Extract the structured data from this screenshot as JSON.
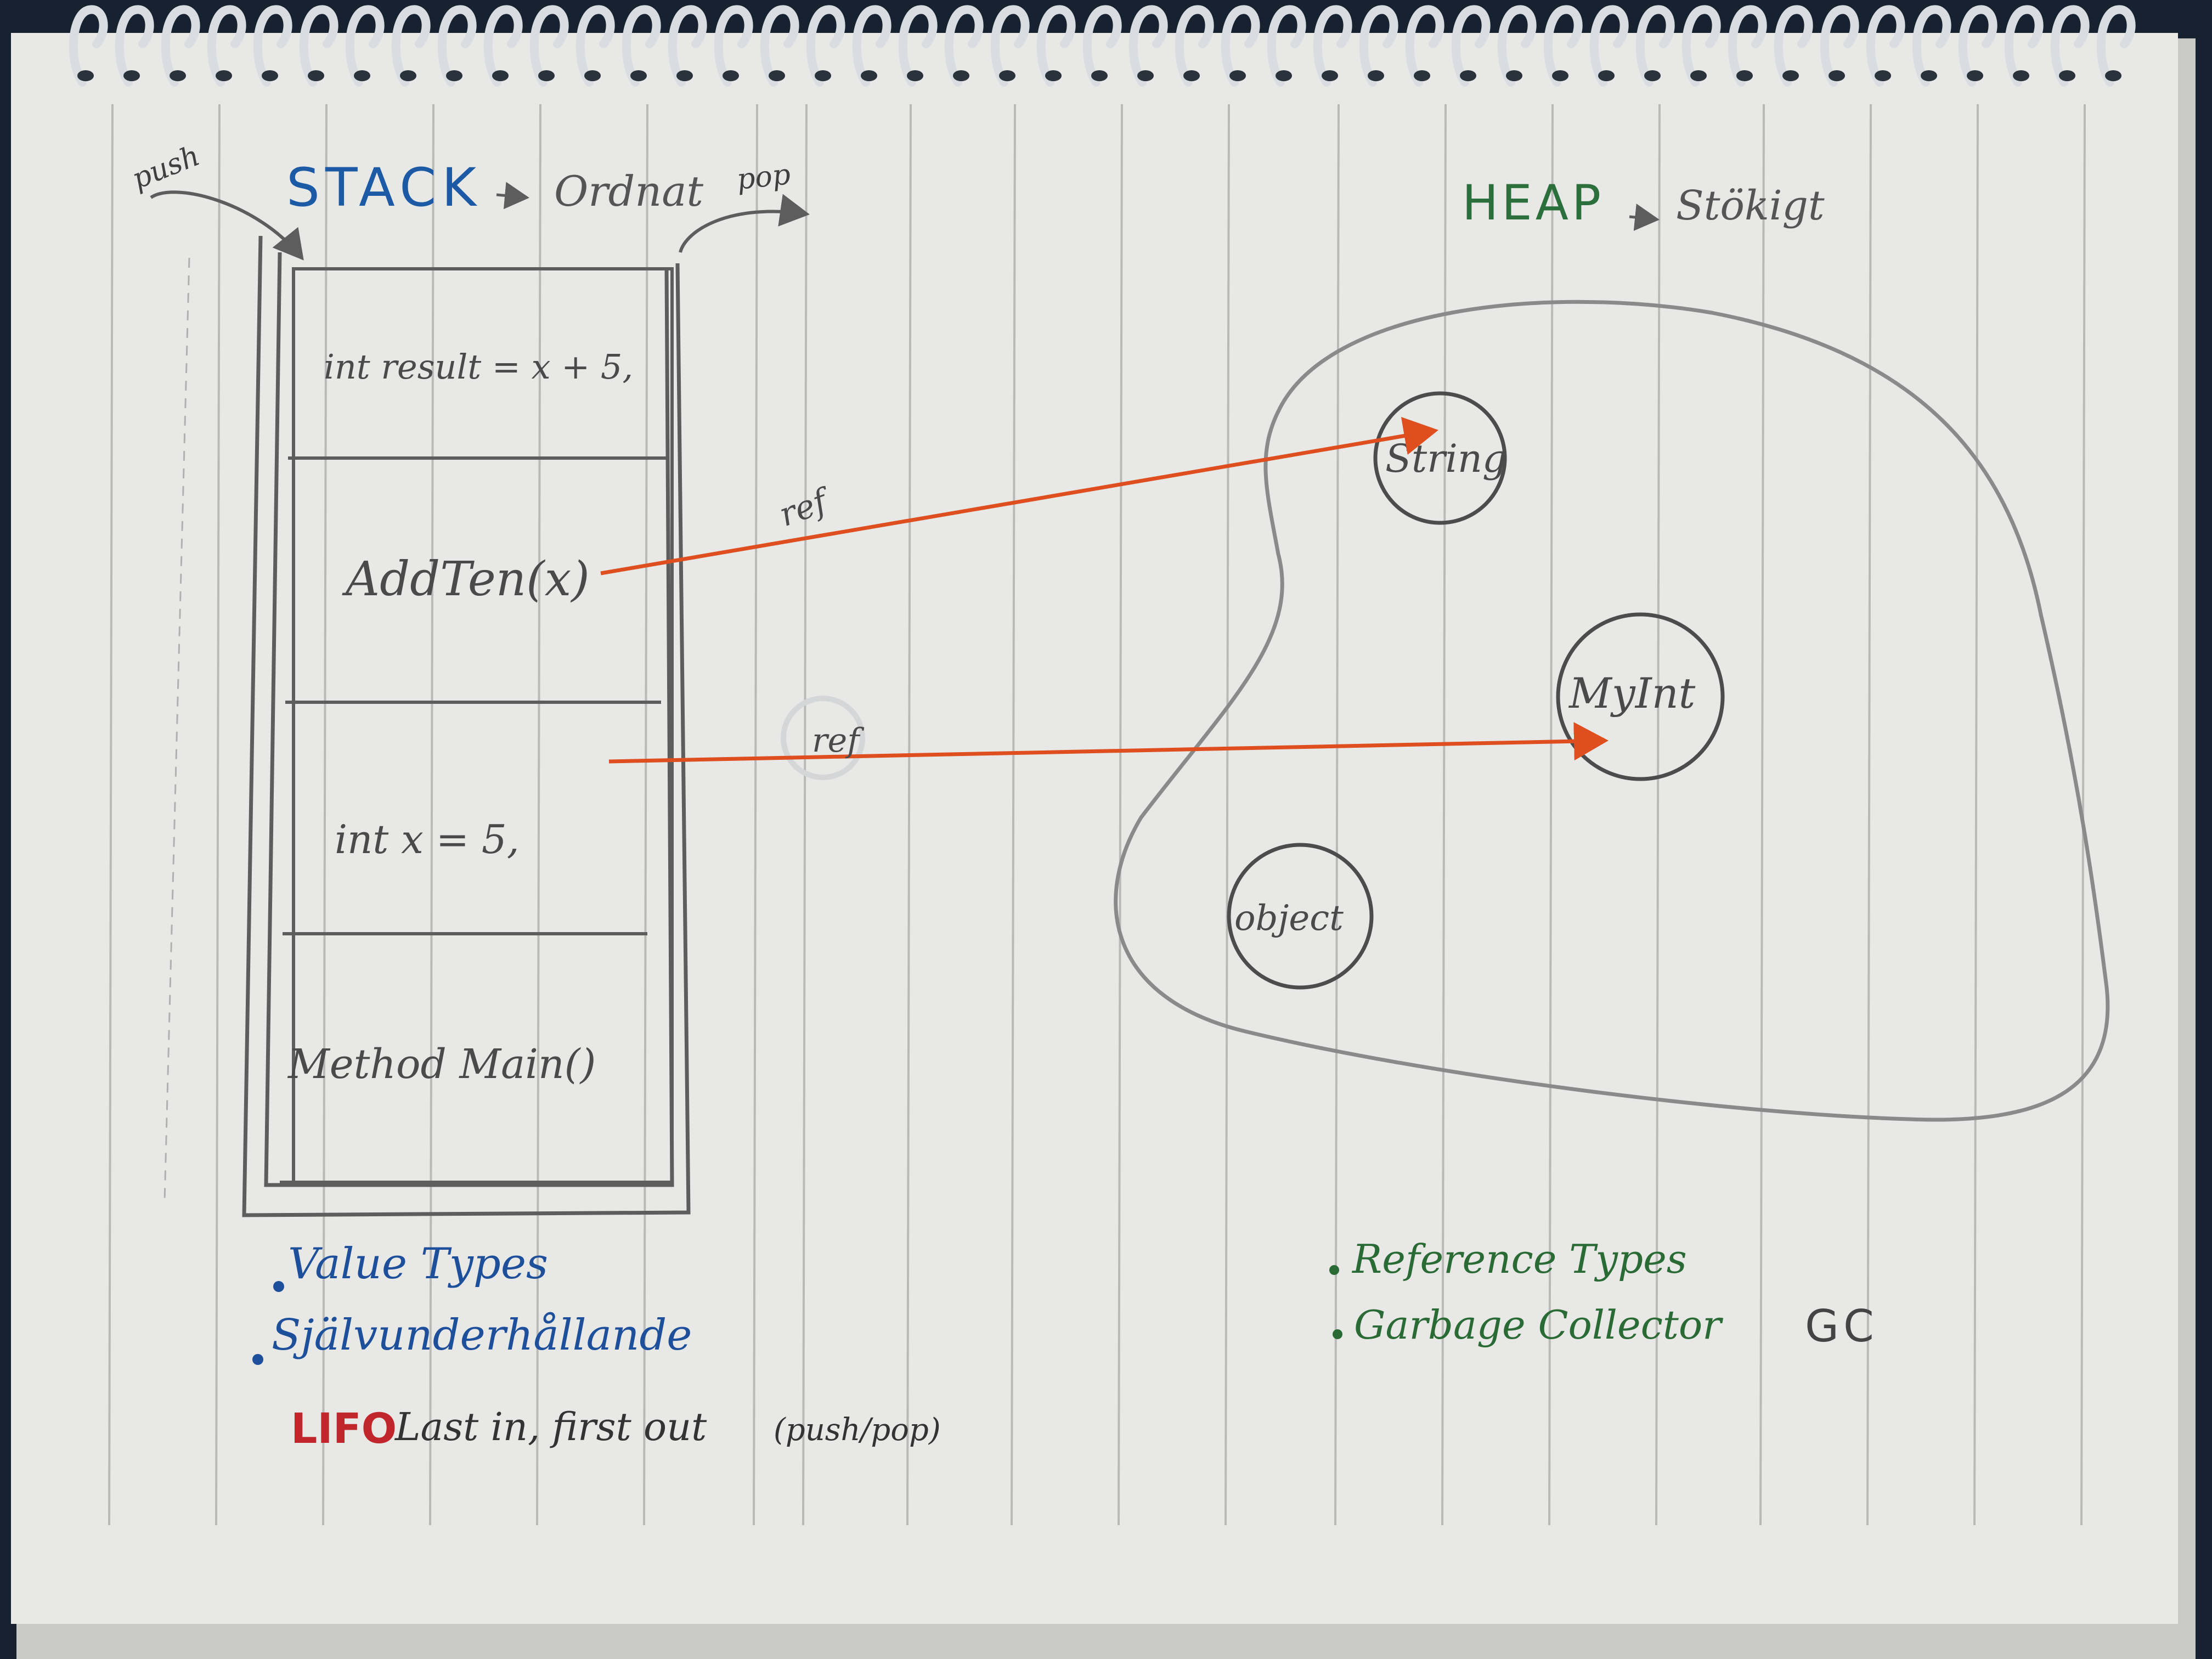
{
  "colors": {
    "paper": "#e8e8e6",
    "paper_shadow": "#c9cac8",
    "rule": "#b9bab8",
    "pencil": "#5d5d5d",
    "stack_blue": "#1c5aa6",
    "heap_green": "#2b6f3c",
    "bullet_blue": "#1e4f9a",
    "bullet_green": "#2a6a35",
    "lifo_red": "#c0262b",
    "arrow_orange": "#de4e1f",
    "ring": "#d9dde2"
  },
  "stack": {
    "push_label": "push",
    "title": "STACK",
    "title_note": "Ordnat",
    "pop_label": "pop",
    "frames": [
      {
        "text": "int result = x + 5,"
      },
      {
        "text": "AddTen(x)"
      },
      {
        "text": "int x = 5,"
      },
      {
        "text": "Method Main()"
      }
    ]
  },
  "heap": {
    "title": "HEAP",
    "title_note": "Stökigt",
    "objects": [
      {
        "label": "String"
      },
      {
        "label": "MyInt"
      },
      {
        "label": "object"
      }
    ]
  },
  "references": [
    {
      "label": "ref"
    },
    {
      "label": "ref"
    }
  ],
  "notes": {
    "left": [
      "Value Types",
      "Självunderhållande"
    ],
    "lifo_keyword": "LIFO",
    "lifo_text": "Last in, first out",
    "lifo_parens": "(push/pop)",
    "right": [
      "Reference Types",
      "Garbage Collector"
    ],
    "gc_abbrev": "GC"
  },
  "icons": {
    "push_arrow": "curved-arrow-icon",
    "pop_arrow": "curved-arrow-icon",
    "title_arrow": "right-arrow-icon",
    "ref_arrow": "right-arrow-icon",
    "binding": "spiral-binding-icon"
  }
}
